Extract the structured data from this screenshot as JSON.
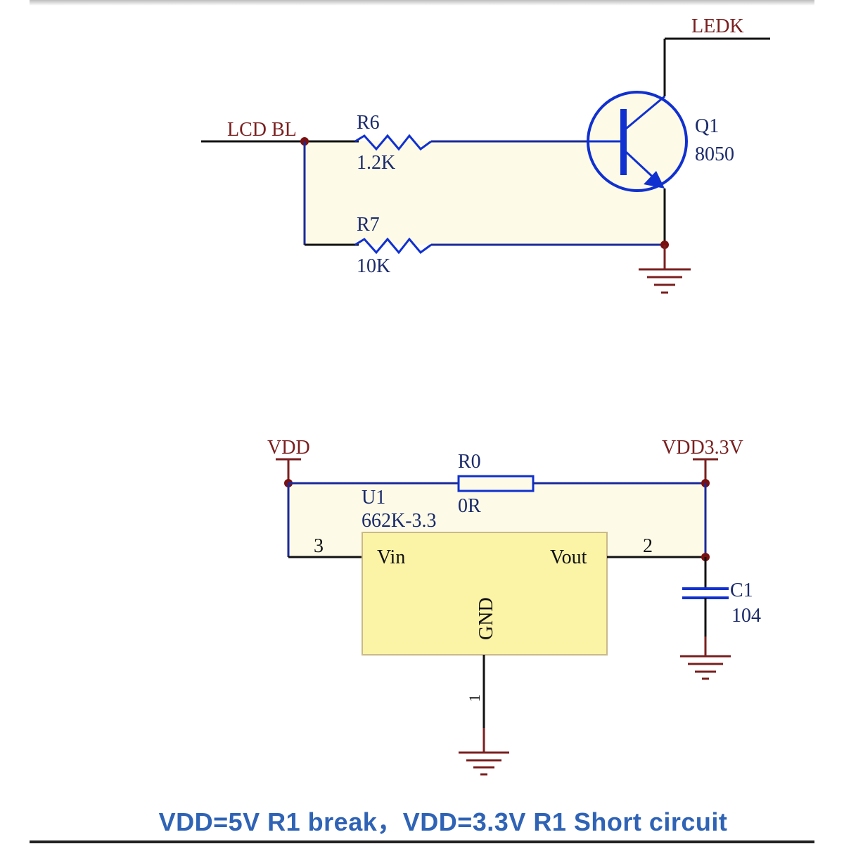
{
  "backlight_circuit": {
    "input_net": "LCD BL",
    "output_net": "LEDK",
    "r6": {
      "ref": "R6",
      "value": "1.2K"
    },
    "r7": {
      "ref": "R7",
      "value": "10K"
    },
    "q1": {
      "ref": "Q1",
      "part": "8050"
    }
  },
  "regulator_circuit": {
    "vin_net": "VDD",
    "vout_net": "VDD3.3V",
    "r0": {
      "ref": "R0",
      "value": "0R"
    },
    "u1": {
      "ref": "U1",
      "part": "662K-3.3",
      "pin_vin": "Vin",
      "pin_vout": "Vout",
      "pin_gnd": "GND",
      "pin3": "3",
      "pin2": "2",
      "pin1": "1"
    },
    "c1": {
      "ref": "C1",
      "value": "104"
    }
  },
  "caption": "VDD=5V R1 break，VDD=3.3V R1 Short circuit",
  "colors": {
    "wire_blue": "#1a2a9a",
    "wire_black": "#111111",
    "net_red": "#7a1f1f",
    "component_blue": "#1030d0",
    "ic_fill": "#fbf3a6",
    "region_fill": "#fdfbe8",
    "caption_blue": "#2f63b5"
  }
}
